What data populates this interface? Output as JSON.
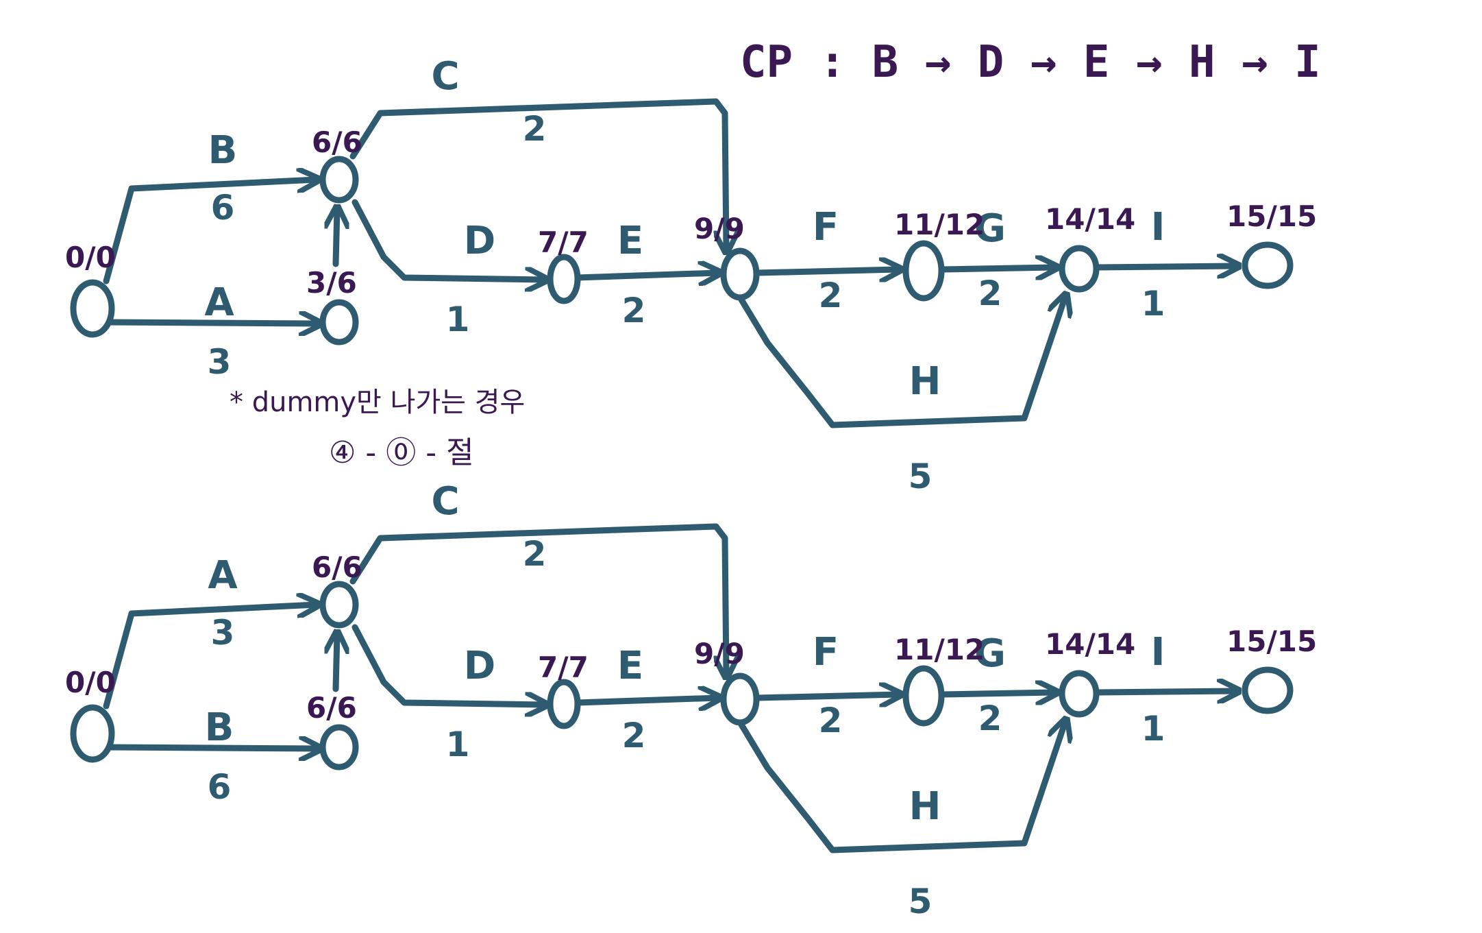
{
  "critical_path": "CP : B → D → E → H → I",
  "note": {
    "line1": "* dummy만 나가는 경우",
    "line2": "④ - ⓪ - 절"
  },
  "diagrams": [
    {
      "id": "top",
      "node_times": [
        "0/0",
        "6/6",
        "3/6",
        "7/7",
        "9/9",
        "11/12",
        "14/14",
        "15/15"
      ],
      "activities": [
        {
          "name": "B",
          "duration": "6"
        },
        {
          "name": "A",
          "duration": "3"
        },
        {
          "name": "C",
          "duration": "2"
        },
        {
          "name": "D",
          "duration": "1"
        },
        {
          "name": "E",
          "duration": "2"
        },
        {
          "name": "F",
          "duration": "2"
        },
        {
          "name": "G",
          "duration": "2"
        },
        {
          "name": "H",
          "duration": "5"
        },
        {
          "name": "I",
          "duration": "1"
        }
      ]
    },
    {
      "id": "bottom",
      "node_times": [
        "0/0",
        "6/6",
        "6/6",
        "7/7",
        "9/9",
        "11/12",
        "14/14",
        "15/15"
      ],
      "activities": [
        {
          "name": "A",
          "duration": "3"
        },
        {
          "name": "B",
          "duration": "6"
        },
        {
          "name": "C",
          "duration": "2"
        },
        {
          "name": "D",
          "duration": "1"
        },
        {
          "name": "E",
          "duration": "2"
        },
        {
          "name": "F",
          "duration": "2"
        },
        {
          "name": "G",
          "duration": "2"
        },
        {
          "name": "H",
          "duration": "5"
        },
        {
          "name": "I",
          "duration": "1"
        }
      ]
    }
  ]
}
